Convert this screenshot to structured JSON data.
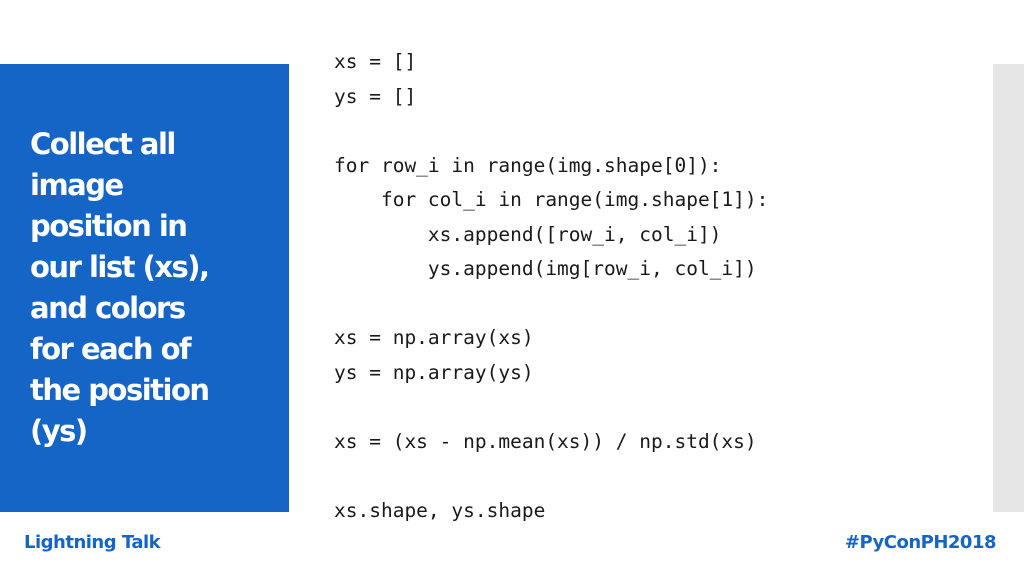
{
  "slide": {
    "heading": "Collect all\nimage\nposition in\nour list (xs),\nand colors\nfor each of\nthe position\n(ys)",
    "code": "xs = []\nys = []\n\nfor row_i in range(img.shape[0]):\n    for col_i in range(img.shape[1]):\n        xs.append([row_i, col_i])\n        ys.append(img[row_i, col_i])\n\nxs = np.array(xs)\nys = np.array(ys)\n\nxs = (xs - np.mean(xs)) / np.std(xs)\n\nxs.shape, ys.shape"
  },
  "footer": {
    "left_label": "Lightning Talk",
    "right_label": "#PyConPH2018"
  },
  "colors": {
    "accent_blue": "#1565c7",
    "side_bar_gray": "#e6e6e6"
  }
}
